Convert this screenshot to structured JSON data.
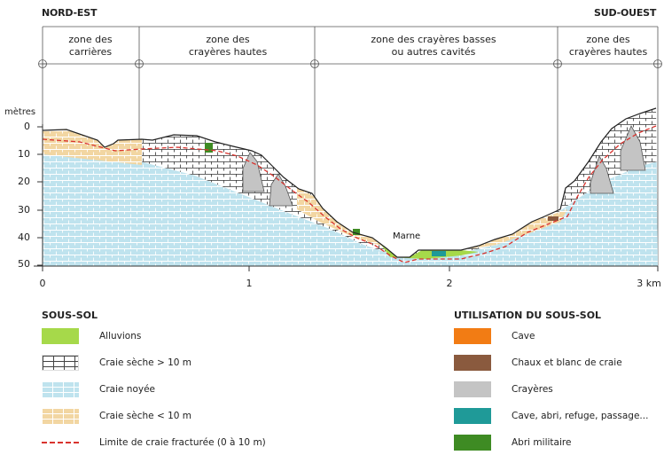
{
  "orientation": {
    "left": "NORD-EST",
    "right": "SUD-OUEST"
  },
  "zones": [
    {
      "line1": "zone des",
      "line2": "carrières"
    },
    {
      "line1": "zone des",
      "line2": "crayères hautes"
    },
    {
      "line1": "zone des crayères basses",
      "line2": "ou autres cavités"
    },
    {
      "line1": "zone des",
      "line2": "crayères hautes"
    }
  ],
  "y_axis": {
    "label": "mètres",
    "ticks": [
      "0",
      "10",
      "20",
      "30",
      "40",
      "50"
    ]
  },
  "x_axis": {
    "ticks": [
      "0",
      "1",
      "2",
      "3 km"
    ]
  },
  "river_label": "Marne",
  "legend_soil": {
    "title": "SOUS-SOL",
    "items": [
      {
        "label": "Alluvions",
        "swatch": "alluvions",
        "color": "#a6d94a"
      },
      {
        "label": "Craie sèche > 10 m",
        "swatch": "craie-seche",
        "color": "#ffffff"
      },
      {
        "label": "Craie noyée",
        "swatch": "craie-noyee",
        "color": "#bfe3ee"
      },
      {
        "label": "Craie sèche < 10 m",
        "swatch": "craie-seche-10",
        "color": "#f2d6a2"
      },
      {
        "label": "Limite de craie fracturée (0 à 10 m)",
        "swatch": "line",
        "color": "#d9332e"
      }
    ]
  },
  "legend_use": {
    "title": "UTILISATION DU SOUS-SOL",
    "items": [
      {
        "label": "Cave",
        "swatch": "cave",
        "color": "#f27c14"
      },
      {
        "label": "Chaux et blanc de craie",
        "swatch": "chaux",
        "color": "#8a5a3e"
      },
      {
        "label": "Crayères",
        "swatch": "crayeres",
        "color": "#c4c4c4"
      },
      {
        "label": "Cave, abri, refuge, passage...",
        "swatch": "abri",
        "color": "#1f9a98"
      },
      {
        "label": "Abri militaire",
        "swatch": "militaire",
        "color": "#3e8b23"
      }
    ]
  }
}
